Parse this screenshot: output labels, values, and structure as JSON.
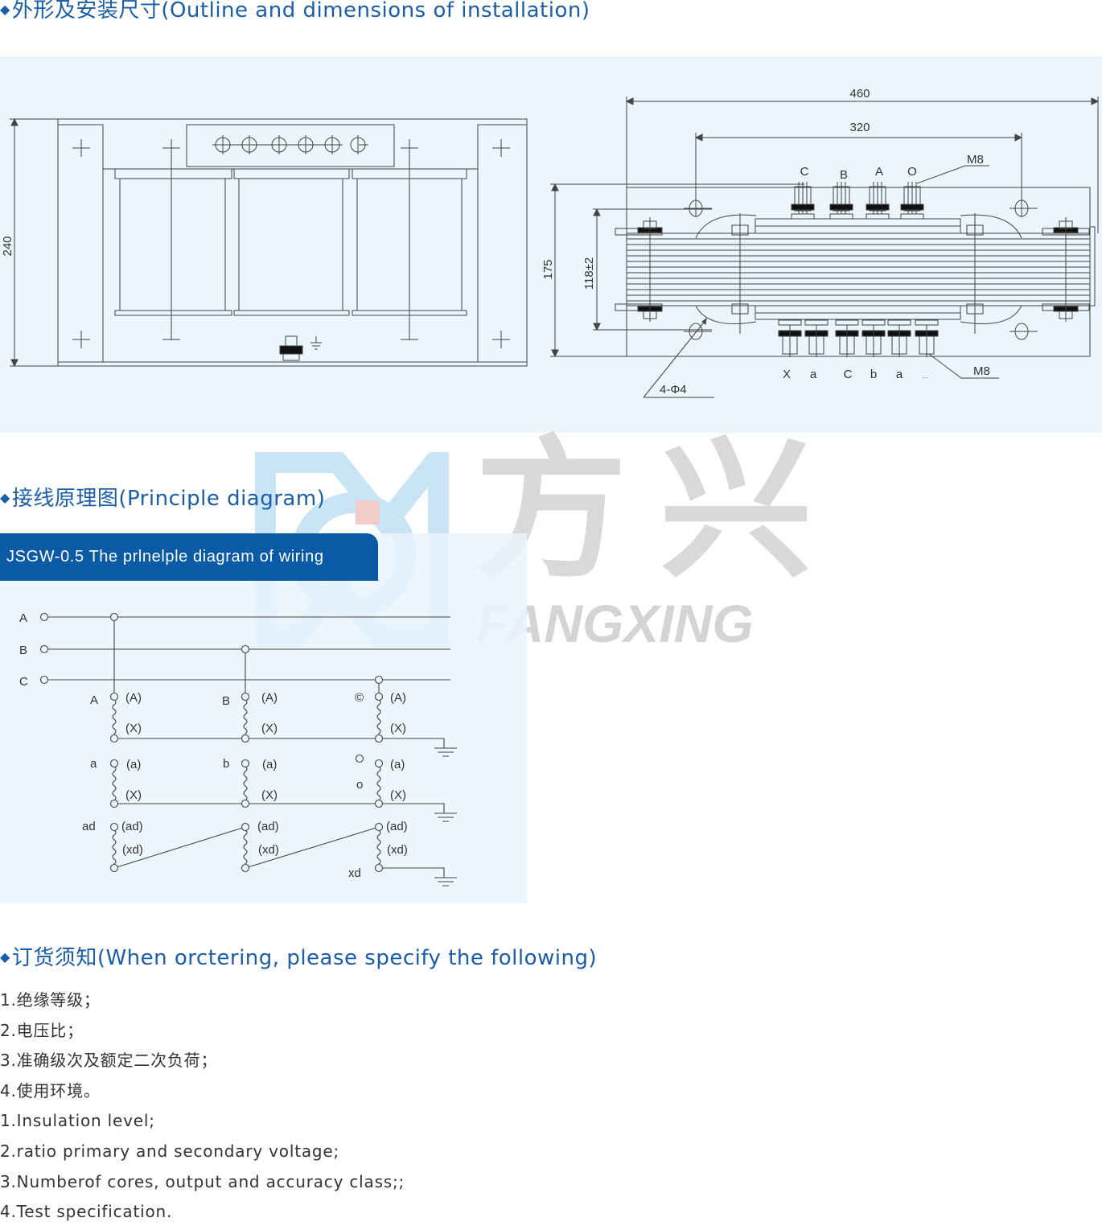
{
  "sections": {
    "outline": {
      "bullet": "◆",
      "title": "外形及安装尺寸(Outline and dimensions of installation)"
    },
    "principle": {
      "bullet": "◆",
      "title": "接线原理图(Principle diagram)"
    },
    "ordering": {
      "bullet": "◆",
      "title": "订货须知(When orctering, please specify the following)"
    }
  },
  "outline_drawing": {
    "front_height": "240",
    "width_overall": "460",
    "hole_spacing": "320",
    "height_overall": "175",
    "core_height": "118±2",
    "top_terminals": [
      "C",
      "B",
      "A",
      "O"
    ],
    "bottom_terminals": [
      "X",
      "a",
      "C",
      "b",
      "a",
      "..."
    ],
    "thread_top": "M8",
    "thread_bottom": "M8",
    "holes": "4-Φ4"
  },
  "wiring": {
    "banner": "JSGW-0.5 The prlnelple diagram of wiring",
    "lines": [
      "A",
      "B",
      "C"
    ],
    "primary_labels": [
      "A",
      "B",
      "©"
    ],
    "secondary_labels": [
      "a",
      "b",
      "o"
    ],
    "open_delta_labels": [
      "ad",
      "xd"
    ],
    "term_A": "(A)",
    "term_X": "(X)",
    "term_a": "(a)",
    "term_ad": "(ad)",
    "term_xd": "(xd)"
  },
  "ordering_items": [
    "1.绝缘等级；",
    "2.电压比；",
    "3.准确级次及额定二次负荷；",
    "4.使用环境。",
    "1.Insulation level;",
    "2.ratio primary and secondary voltage;",
    "3.Numberof cores, output and accuracy class;;",
    "4.Test specification."
  ],
  "watermark": {
    "cn": "方兴",
    "en": "FANGXING"
  },
  "colors": {
    "heading": "#1a5ea8",
    "banner": "#0b5aa6",
    "panel": "#eaf5fc"
  }
}
